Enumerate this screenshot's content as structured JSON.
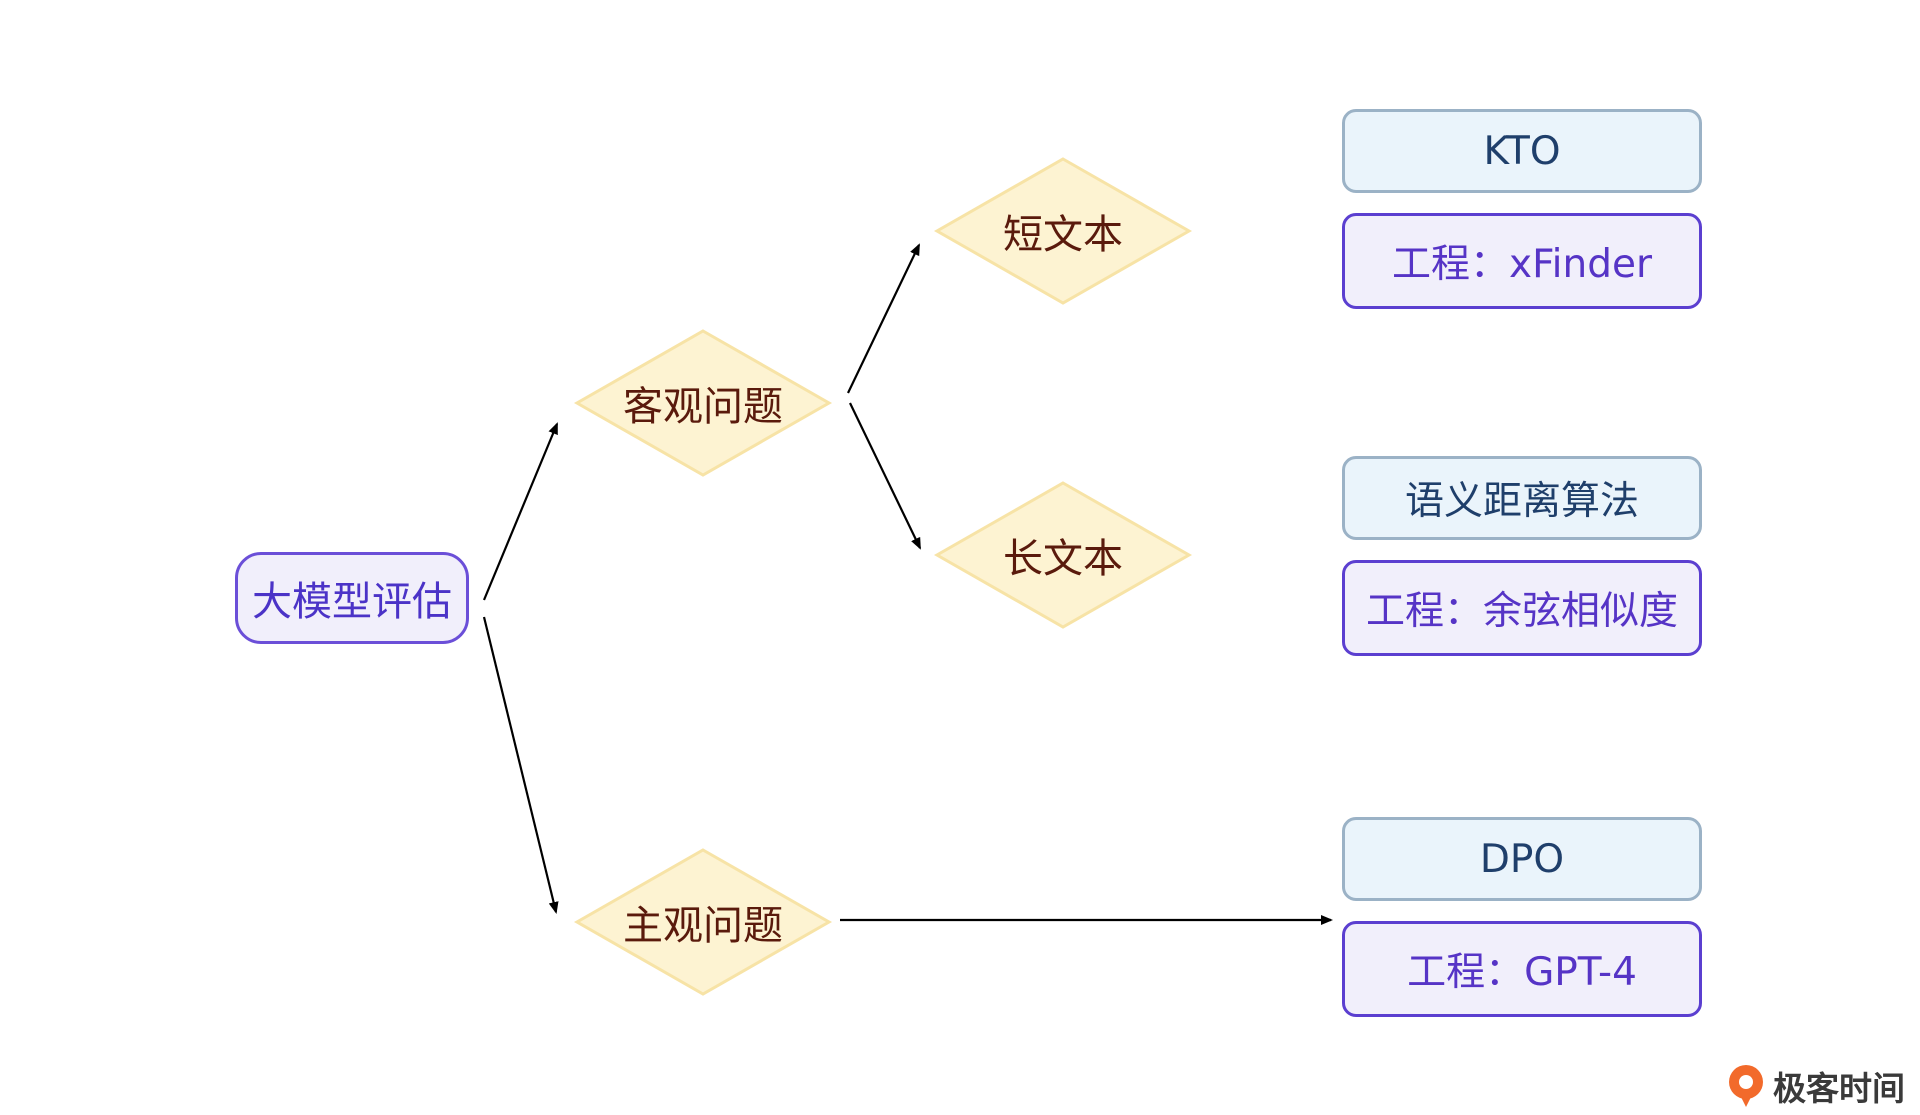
{
  "diagram": {
    "root": {
      "label": "大模型评估"
    },
    "categories": [
      {
        "id": "objective",
        "label": "客观问题"
      },
      {
        "id": "subjective",
        "label": "主观问题"
      }
    ],
    "subcategories": [
      {
        "id": "short",
        "label": "短文本"
      },
      {
        "id": "long",
        "label": "长文本"
      }
    ],
    "groups": [
      {
        "method": "KTO",
        "engineering": "工程：xFinder"
      },
      {
        "method": "语义距离算法",
        "engineering": "工程：余弦相似度"
      },
      {
        "method": "DPO",
        "engineering": "工程：GPT-4"
      }
    ],
    "colors": {
      "root_border": "#6b4fd8",
      "root_fill": "#f1effb",
      "diamond_fill": "#fdf3d2",
      "diamond_border": "#f7e3a6",
      "method_fill": "#eaf4fb",
      "method_border": "#9bb2c6",
      "engineering_fill": "#f1effb",
      "engineering_border": "#5b3fd0",
      "arrow": "#000000"
    }
  },
  "watermark": {
    "text": "极客时间",
    "icon": "geektime-logo-icon"
  }
}
